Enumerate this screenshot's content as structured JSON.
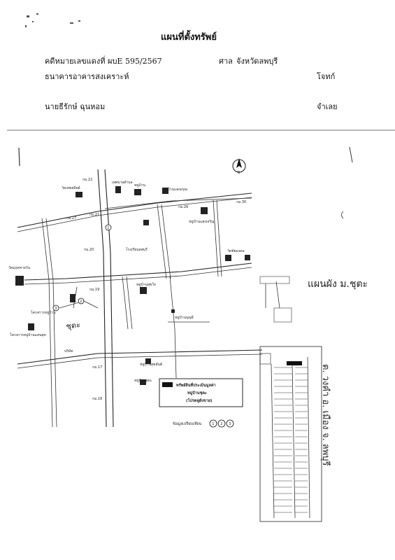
{
  "header": {
    "title": "แผนที่ตั้งทรัพย์",
    "case_label": "คดีหมายเลขแดงที่ ผบE 595/2567",
    "court_label": "ศาล",
    "court_name": "จังหวัดลพบุรี",
    "plaintiff_name": "ธนาคารอาคารสงเคราะห์",
    "plaintiff_role": "โจทก์",
    "defendant_name": "นายธีรักษ์ ฉุนหอม",
    "defendant_role": "จำเลย"
  },
  "map": {
    "km_labels": [
      "กม.22",
      "กม.21",
      "กม.27",
      "กม.20",
      "กม.19",
      "กม.17",
      "กม.16",
      "กม.26",
      "กม.30"
    ],
    "places": [
      "วัดเทพสถิตย์",
      "เทศบาลตำบล",
      "หมู่บ้าน",
      "หมู่บ้านแสงอรุณ",
      "หมู่บ้านแสงเจริญ",
      "โรงเรียนลพบุรี",
      "วัดมฤคทายวัน",
      "วัดชัยมงคล",
      "โครงการหมู่บ้าน",
      "โครงการหมู่บ้านแสนสุข",
      "หมู่บ้านสุขใจ",
      "หมู่บ้านบุญมี",
      "บริษัท",
      "หมู่บ้านชุตะ",
      "หมู่บ้านสุขสันต์"
    ],
    "legend_title": "ทรัพย์สินที่ประเมินมูลค่า",
    "legend_village": "หมู่บ้านชุตะ",
    "legend_note": "(โปรดดูผังขาย)",
    "sources_label": "ข้อมูลเปรียบเทียบ",
    "source_numbers": [
      "1",
      "2",
      "3"
    ],
    "handwritten_label": "แผนผัง ม.ชุตะ",
    "handwritten_address": "ต. วงคำ อ. เมือง จ. ลพบุรี",
    "handwritten_map_note": "ชุตะ"
  }
}
